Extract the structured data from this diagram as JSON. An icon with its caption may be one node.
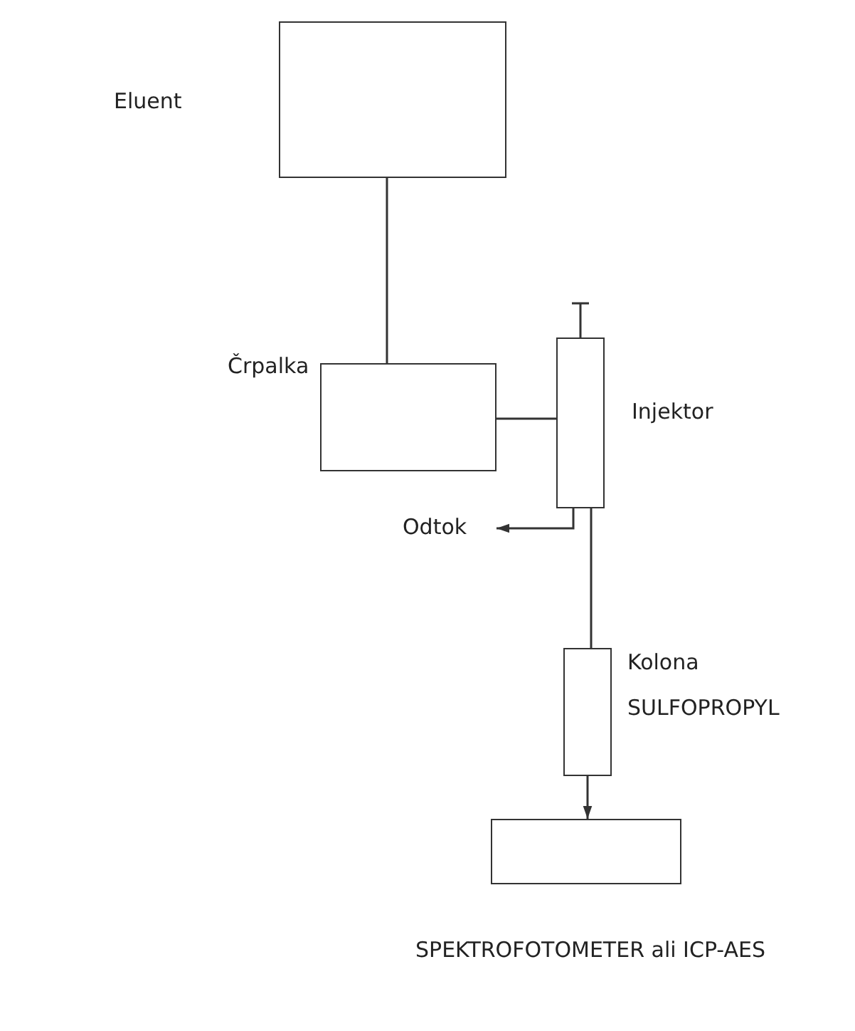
{
  "diagram": {
    "nodes": [
      {
        "text": [
          "Eluent"
        ]
      },
      {
        "text": [
          "Črpalka"
        ]
      },
      {
        "text": [
          "Injektor"
        ]
      },
      {
        "text": [
          "Odtok"
        ]
      },
      {
        "text": [
          "Kolona",
          "SULFOPROPYL"
        ]
      },
      {
        "text": [
          "SPEKTROFOTOMETER ali ICP-AES"
        ]
      }
    ],
    "edges": [
      {
        "from": 0,
        "to": 1,
        "arrow": "none"
      },
      {
        "from": 1,
        "to": 2,
        "arrow": "none"
      },
      {
        "from": 2,
        "to": 3,
        "arrow": "to"
      },
      {
        "from": 2,
        "to": 4,
        "arrow": "none"
      },
      {
        "from": 4,
        "to": 5,
        "arrow": "to"
      }
    ]
  }
}
